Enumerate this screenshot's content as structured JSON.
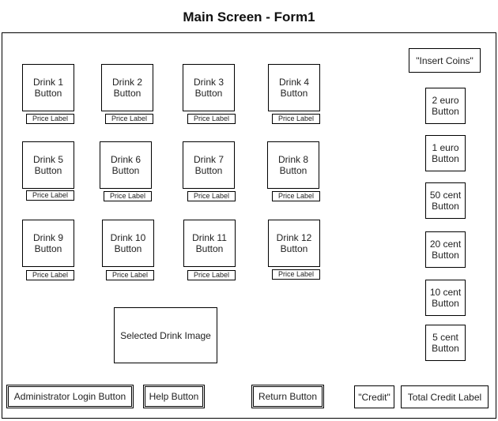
{
  "title": "Main Screen - Form1",
  "drinks": [
    {
      "label": "Drink 1\nButton",
      "price": "Price Label"
    },
    {
      "label": "Drink 2\nButton",
      "price": "Price Label"
    },
    {
      "label": "Drink 3\nButton",
      "price": "Price Label"
    },
    {
      "label": "Drink 4\nButton",
      "price": "Price Label"
    },
    {
      "label": "Drink 5\nButton",
      "price": "Price Label"
    },
    {
      "label": "Drink 6\nButton",
      "price": "Price Label"
    },
    {
      "label": "Drink 7\nButton",
      "price": "Price Label"
    },
    {
      "label": "Drink 8\nButton",
      "price": "Price Label"
    },
    {
      "label": "Drink 9\nButton",
      "price": "Price Label"
    },
    {
      "label": "Drink 10\nButton",
      "price": "Price Label"
    },
    {
      "label": "Drink 11\nButton",
      "price": "Price Label"
    },
    {
      "label": "Drink 12\nButton",
      "price": "Price Label"
    }
  ],
  "insert_coins": "\"Insert Coins\"",
  "coins": [
    "2 euro\nButton",
    "1 euro\nButton",
    "50 cent\nButton",
    "20 cent\nButton",
    "10 cent\nButton",
    "5 cent\nButton"
  ],
  "selected_image": "Selected Drink Image",
  "bottom": {
    "admin": "Administrator Login Button",
    "help": "Help Button",
    "return": "Return Button",
    "credit": "\"Credit\"",
    "total_credit": "Total Credit Label"
  }
}
